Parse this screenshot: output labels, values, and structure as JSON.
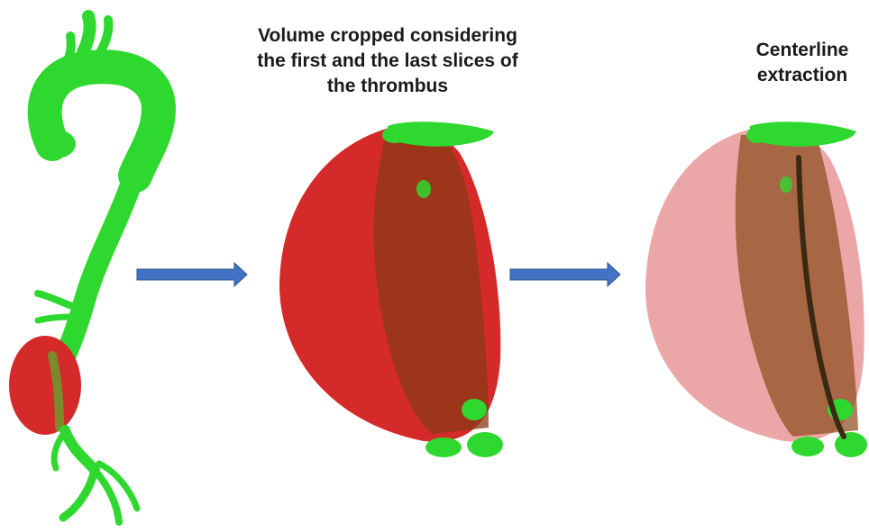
{
  "steps": [
    {
      "title_lines": []
    },
    {
      "title_lines": [
        "Volume cropped considering",
        "the first and the last slices of",
        "the thrombus"
      ]
    },
    {
      "title_lines": [
        "Centerline",
        "extraction"
      ]
    }
  ],
  "colors": {
    "vessel_green": "#2fd82f",
    "thrombus_red": "#d42a2a",
    "arrow_blue": "#4472c4",
    "centerline": "#3a2a12"
  }
}
